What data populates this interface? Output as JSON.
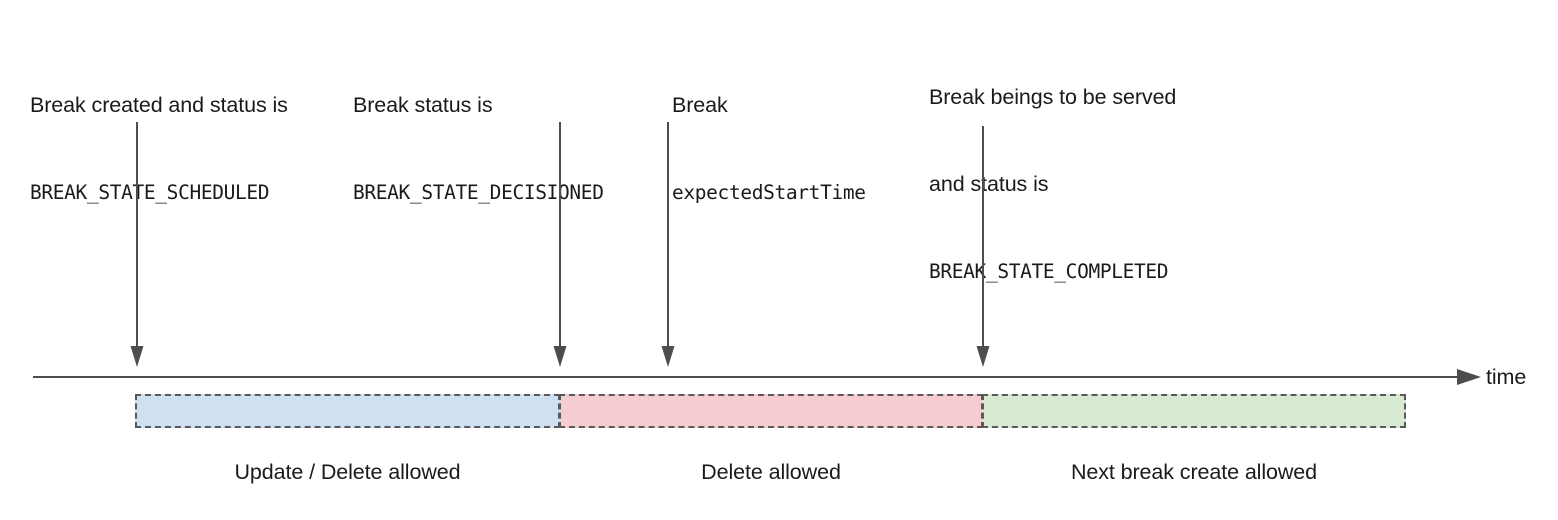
{
  "diagram": {
    "axis": {
      "label": "time",
      "arrow_color": "#4d4d4d"
    },
    "annotations": [
      {
        "id": "scheduled",
        "lines": [
          {
            "text": "Break created and status is",
            "style": "sans"
          },
          {
            "text": "BREAK_STATE_SCHEDULED",
            "style": "mono"
          }
        ]
      },
      {
        "id": "decisioned",
        "lines": [
          {
            "text": "Break status is",
            "style": "sans"
          },
          {
            "text": "BREAK_STATE_DECISIONED",
            "style": "mono"
          }
        ]
      },
      {
        "id": "expected",
        "lines": [
          {
            "text": "Break",
            "style": "sans"
          },
          {
            "text": "expectedStartTime",
            "style": "mono"
          }
        ]
      },
      {
        "id": "completed",
        "lines": [
          {
            "text": "Break beings to be served",
            "style": "sans"
          },
          {
            "text": "and status is",
            "style": "sans"
          },
          {
            "text": "BREAK_STATE_COMPLETED",
            "style": "mono"
          }
        ]
      }
    ],
    "phases": [
      {
        "id": "scheduled",
        "caption": "Update / Delete allowed",
        "fill": "#cfe0f0",
        "border": "#59595c"
      },
      {
        "id": "decisioned",
        "caption": "Delete allowed",
        "fill": "#f5cdd0",
        "border": "#59595c"
      },
      {
        "id": "completed",
        "caption": "Next break create allowed",
        "fill": "#d8e9d2",
        "border": "#59595c"
      }
    ]
  }
}
